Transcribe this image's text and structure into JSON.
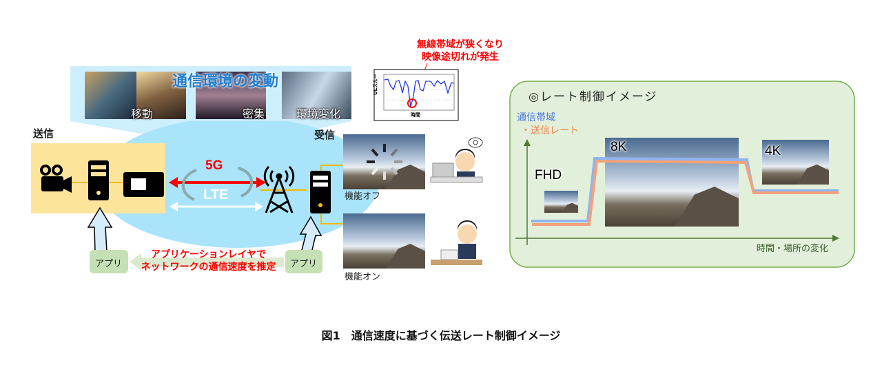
{
  "left": {
    "banner_title": "通信環境の変動",
    "photo_labels": [
      "移動",
      "密集",
      "環境変化"
    ],
    "annotation": [
      "無線帯域が狭くなり",
      "映像途切れが発生"
    ],
    "mini_chart": {
      "ylabel": "ULスルー",
      "xlabel": "時間"
    },
    "sender_label": "送信",
    "receiver_label": "受信",
    "link_5g": "5G",
    "link_lte": "LTE",
    "app_label_left": "アプリ",
    "app_label_right": "アプリ",
    "estimate_text": [
      "アプリケーションレイヤで",
      "ネットワークの通信速度を推定"
    ],
    "function_off": "機能オフ",
    "function_on": "機能オン"
  },
  "right": {
    "title": "◎レート制御イメージ",
    "legend_bandwidth": "通信帯域",
    "legend_rate": "・送信レート",
    "resolutions": [
      "FHD",
      "8K",
      "4K"
    ],
    "xlabel": "時間・場所の変化",
    "colors": {
      "bandwidth": "#8eb4f0",
      "rate": "#f4a27a",
      "panel": "#e2efda",
      "border": "#70ad47"
    }
  },
  "caption": "図1　通信速度に基づく伝送レート制御イメージ"
}
